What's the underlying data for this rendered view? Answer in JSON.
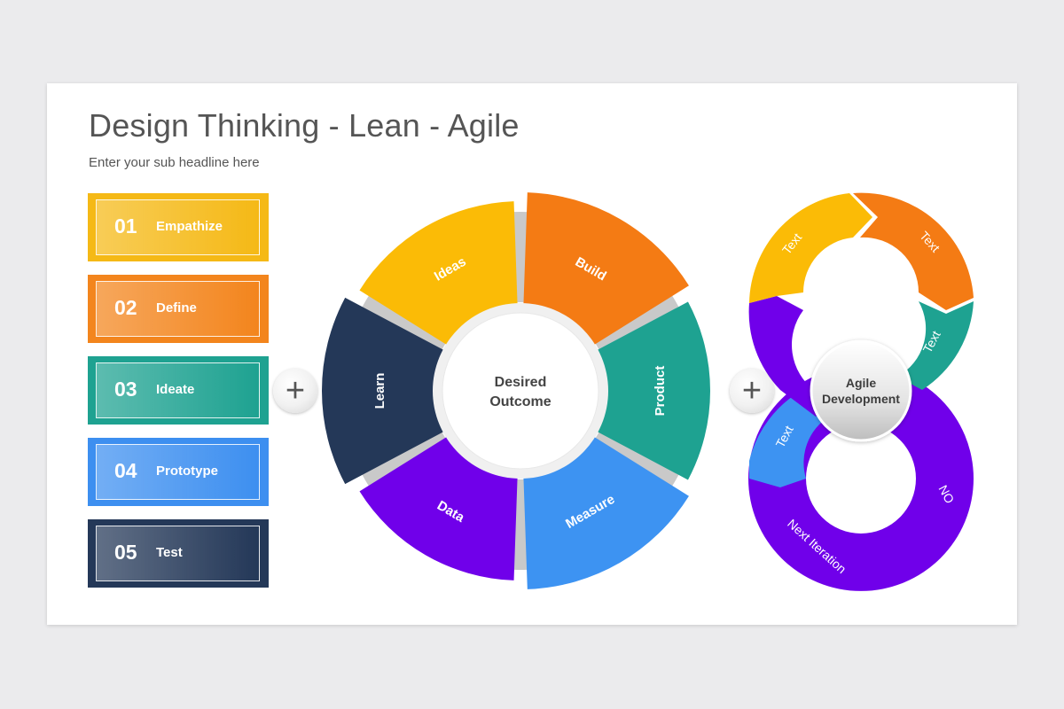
{
  "title": "Design Thinking - Lean - Agile",
  "subtitle": "Enter your sub headline here",
  "steps": [
    {
      "num": "01",
      "label": "Empathize",
      "color": "#f5b916"
    },
    {
      "num": "02",
      "label": "Define",
      "color": "#f3851d"
    },
    {
      "num": "03",
      "label": "Ideate",
      "color": "#1ea291"
    },
    {
      "num": "04",
      "label": "Prototype",
      "color": "#3d8ff0"
    },
    {
      "num": "05",
      "label": "Test",
      "color": "#243858"
    }
  ],
  "plus_symbol": "+",
  "cycle": {
    "center": [
      "Desired",
      "Outcome"
    ],
    "segments": [
      {
        "label": "Ideas",
        "color": "#fbbb06"
      },
      {
        "label": "Build",
        "color": "#f47b14"
      },
      {
        "label": "Product",
        "color": "#1ea291"
      },
      {
        "label": "Measure",
        "color": "#3d93f2"
      },
      {
        "label": "Data",
        "color": "#7000ea"
      },
      {
        "label": "Learn",
        "color": "#243858"
      }
    ]
  },
  "agile": {
    "hub": [
      "Agile",
      "Development"
    ],
    "labels": {
      "top_left": "Text",
      "top_right": "Text",
      "right": "Text",
      "left": "Text",
      "no": "NO",
      "next": "Next Iteration"
    },
    "colors": {
      "yellow": "#fbbb06",
      "orange": "#f47b14",
      "teal": "#1ea291",
      "blue": "#3d93f2",
      "purple": "#7000ea"
    }
  }
}
